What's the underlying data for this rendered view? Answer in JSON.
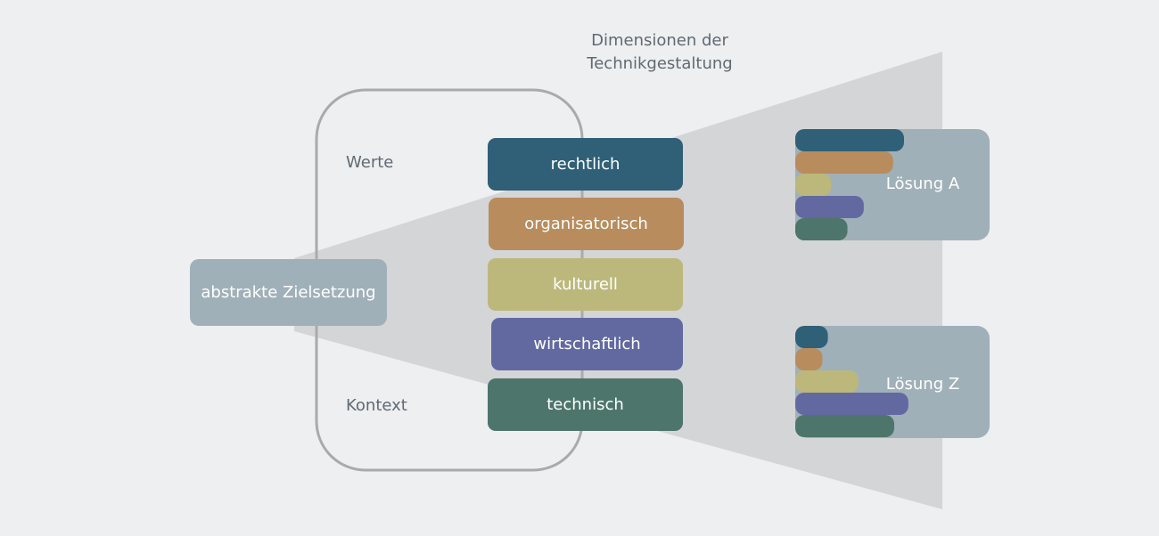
{
  "title_line1": "Dimensionen der",
  "title_line2": "Technikgestaltung",
  "goal": "abstrakte Zielsetzung",
  "context_box": {
    "top_label": "Werte",
    "bottom_label": "Kontext"
  },
  "dimensions": [
    {
      "label": "rechtlich",
      "color": "#2f6078"
    },
    {
      "label": "organisatorisch",
      "color": "#b88c5c"
    },
    {
      "label": "kulturell",
      "color": "#bcb87c"
    },
    {
      "label": "wirtschaftlich",
      "color": "#6269a1"
    },
    {
      "label": "technisch",
      "color": "#4d756b"
    }
  ],
  "solutions": [
    {
      "label": "Lösung A",
      "bar_fractions": [
        1.0,
        0.9,
        0.33,
        0.63,
        0.48
      ]
    },
    {
      "label": "Lösung Z",
      "bar_fractions": [
        0.3,
        0.25,
        0.58,
        1.04,
        0.91
      ]
    }
  ],
  "colors": {
    "background": "#eeeff1",
    "funnel": "#d4d5d7",
    "goal_box": "#a0b0b9",
    "solution_box": "#a0b0b9",
    "rounded_outline": "#aaaaaa"
  }
}
